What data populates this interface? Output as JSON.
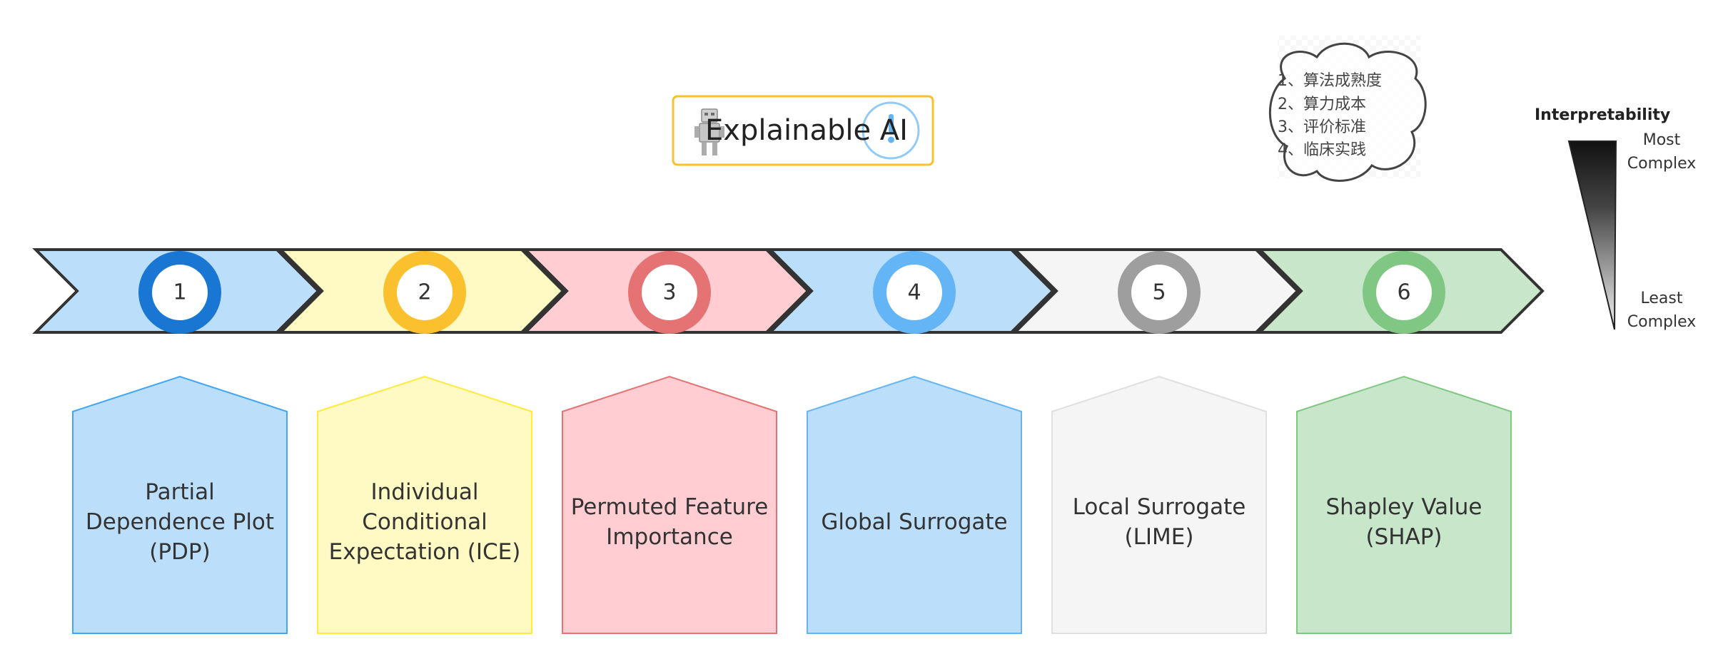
{
  "title": {
    "text": "Explainable AI"
  },
  "cloud": {
    "lines": [
      "1、算法成熟度",
      "2、算力成本",
      "3、评价标准",
      "4、临床实践"
    ]
  },
  "scale": {
    "title": "Interpretability",
    "top_label": [
      "Most",
      "Complex"
    ],
    "bottom_label": [
      "Least",
      "Complex"
    ]
  },
  "steps": [
    {
      "num": "1",
      "label": [
        "Partial",
        "Dependence Plot",
        "(PDP)"
      ],
      "arrow_fill": "#BBDEFB",
      "ring": "#1976D2",
      "card_fill": "#BBDEFB",
      "card_stroke": "#42A5F5"
    },
    {
      "num": "2",
      "label": [
        "Individual",
        "Conditional",
        "Expectation (ICE)"
      ],
      "arrow_fill": "#FFF9C4",
      "ring": "#FBC02D",
      "card_fill": "#FFF9C4",
      "card_stroke": "#FFEB3B"
    },
    {
      "num": "3",
      "label": [
        "Permuted Feature",
        "Importance"
      ],
      "arrow_fill": "#FFCDD2",
      "ring": "#E57373",
      "card_fill": "#FFCDD2",
      "card_stroke": "#E57373"
    },
    {
      "num": "4",
      "label": [
        "Global Surrogate"
      ],
      "arrow_fill": "#BBDEFB",
      "ring": "#64B5F6",
      "card_fill": "#BBDEFB",
      "card_stroke": "#64B5F6"
    },
    {
      "num": "5",
      "label": [
        "Local Surrogate",
        "(LIME)"
      ],
      "arrow_fill": "#F5F5F5",
      "ring": "#9E9E9E",
      "card_fill": "#F5F5F5",
      "card_stroke": "#E0E0E0"
    },
    {
      "num": "6",
      "label": [
        "Shapley Value",
        "(SHAP)"
      ],
      "arrow_fill": "#C8E6C9",
      "ring": "#81C784",
      "card_fill": "#C8E6C9",
      "card_stroke": "#81C784"
    }
  ],
  "icons": {
    "title_left": "robot-icon",
    "title_right": "info-icon",
    "cloud": "brain-cloud-icon"
  },
  "colors": {
    "title_border": "#FBC02D",
    "arrow_stroke": "#333333",
    "text": "#333333"
  }
}
